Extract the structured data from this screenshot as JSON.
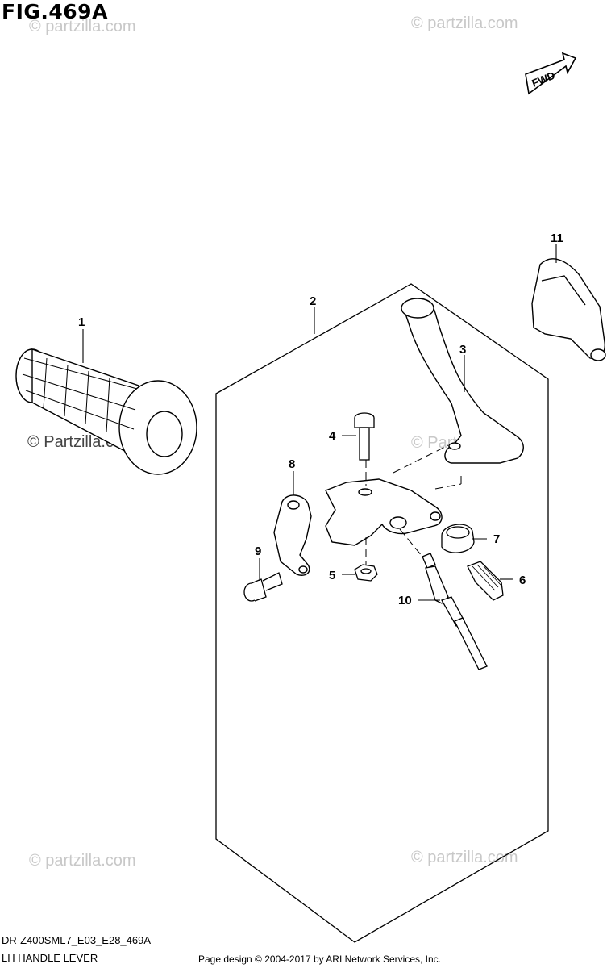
{
  "figure": {
    "title": "FIG.469A",
    "fwd_label": "FWD"
  },
  "watermarks": {
    "text": "© Partzilla.com",
    "text_lower": "© partzilla.com"
  },
  "callouts": {
    "c1": "1",
    "c2": "2",
    "c3": "3",
    "c4": "4",
    "c5": "5",
    "c6": "6",
    "c7": "7",
    "c8": "8",
    "c9": "9",
    "c10": "10",
    "c11": "11"
  },
  "footer": {
    "model_code": "DR-Z400SML7_E03_E28_469A",
    "section_name": "LH HANDLE LEVER",
    "credit": "Page design © 2004-2017 by ARI Network Services, Inc."
  }
}
